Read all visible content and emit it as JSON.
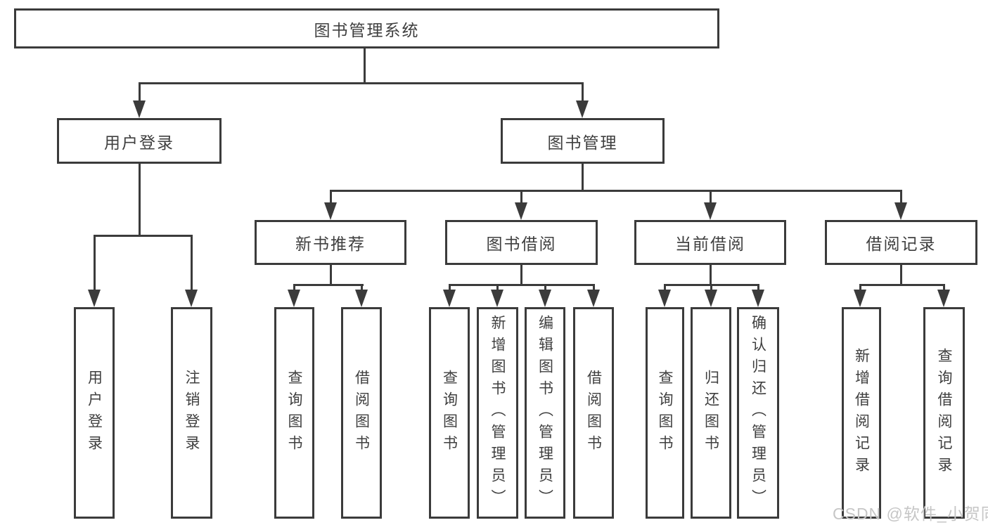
{
  "diagram": {
    "title": "图书管理系统",
    "watermark": "CSDN @软件_小贺同学",
    "colors": {
      "line": "#3b3b3b",
      "text": "#3f3f3f",
      "watermark": "#c6c6c6",
      "background": "#ffffff"
    },
    "level2": [
      {
        "label": "用户登录",
        "children": [
          {
            "label": "用户登录"
          },
          {
            "label": "注销登录"
          }
        ]
      },
      {
        "label": "图书管理",
        "children": [
          {
            "label": "新书推荐",
            "children": [
              {
                "label": "查询图书"
              },
              {
                "label": "借阅图书"
              }
            ]
          },
          {
            "label": "图书借阅",
            "children": [
              {
                "label": "查询图书"
              },
              {
                "label": "新增图书（管理员）"
              },
              {
                "label": "编辑图书（管理员）"
              },
              {
                "label": "借阅图书"
              }
            ]
          },
          {
            "label": "当前借阅",
            "children": [
              {
                "label": "查询图书"
              },
              {
                "label": "归还图书"
              },
              {
                "label": "确认归还（管理员）"
              }
            ]
          },
          {
            "label": "借阅记录",
            "children": [
              {
                "label": "新增借阅记录"
              },
              {
                "label": "查询借阅记录"
              }
            ]
          }
        ]
      }
    ]
  }
}
